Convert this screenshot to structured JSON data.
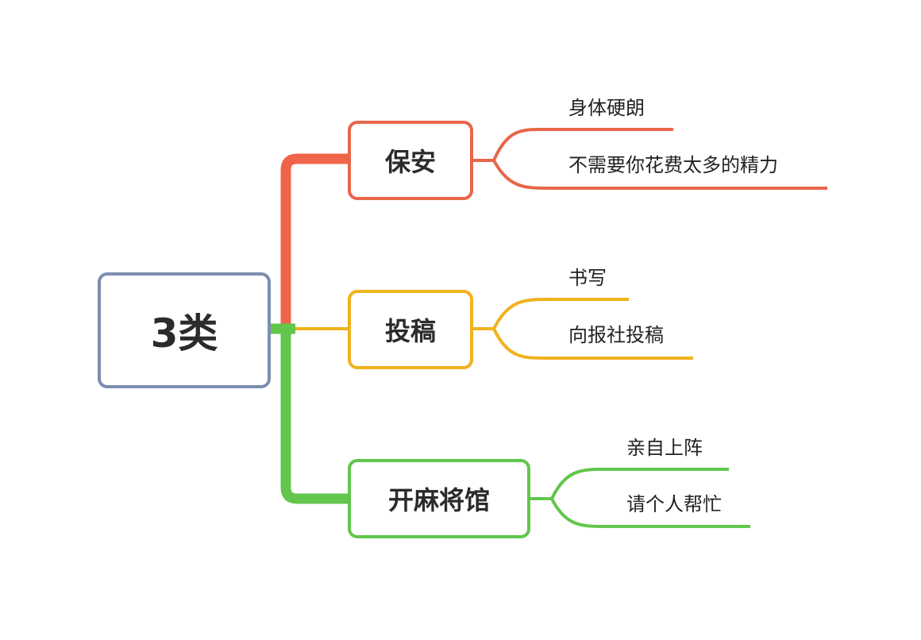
{
  "root": {
    "label": "3类",
    "color": "#7b8fb0"
  },
  "branches": [
    {
      "label": "保安",
      "color": "#e8664a",
      "children": [
        "身体硬朗",
        "不需要你花费太多的精力"
      ]
    },
    {
      "label": "投稿",
      "color": "#f0b21e",
      "children": [
        "书写",
        "向报社投稿"
      ]
    },
    {
      "label": "开麻将馆",
      "color": "#62c64c",
      "children": [
        "亲自上阵",
        "请个人帮忙"
      ]
    }
  ]
}
